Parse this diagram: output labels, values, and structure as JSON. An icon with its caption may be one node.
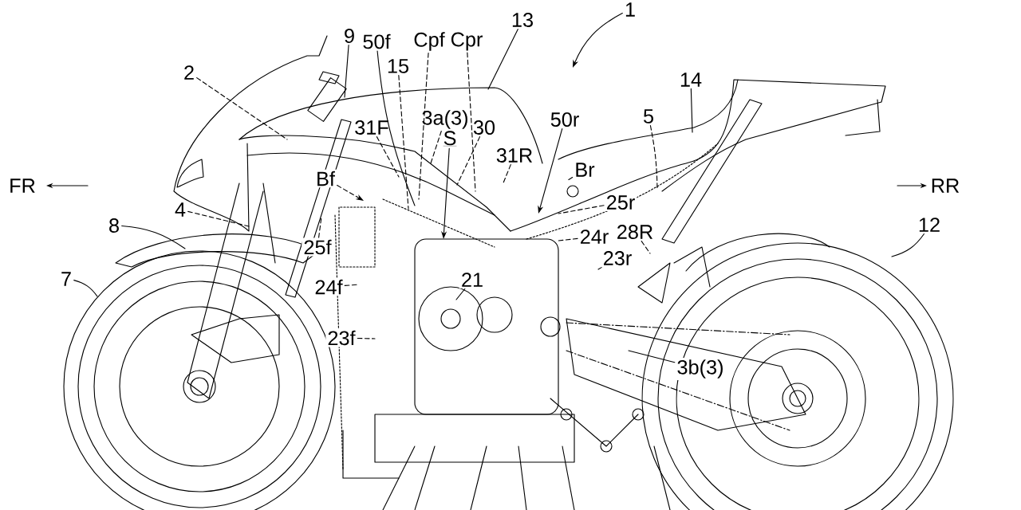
{
  "diagram": {
    "nodes": [
      {
        "text": [
          "1"
        ]
      },
      {
        "text": [
          "13"
        ]
      },
      {
        "text": [
          "9"
        ]
      },
      {
        "text": [
          "50f"
        ]
      },
      {
        "text": [
          "Cpf"
        ]
      },
      {
        "text": [
          "Cpr"
        ]
      },
      {
        "text": [
          "15"
        ]
      },
      {
        "text": [
          "2"
        ]
      },
      {
        "text": [
          "14"
        ]
      },
      {
        "text": [
          "5"
        ]
      },
      {
        "text": [
          "31F"
        ]
      },
      {
        "text": [
          "3a(3)"
        ]
      },
      {
        "text": [
          "30"
        ]
      },
      {
        "text": [
          "50r"
        ]
      },
      {
        "text": [
          "S"
        ]
      },
      {
        "text": [
          "31R"
        ]
      },
      {
        "text": [
          "Br"
        ]
      },
      {
        "text": [
          "Bf"
        ]
      },
      {
        "text": [
          "25r"
        ]
      },
      {
        "text": [
          "4"
        ]
      },
      {
        "text": [
          "8"
        ]
      },
      {
        "text": [
          "24r"
        ]
      },
      {
        "text": [
          "28R"
        ]
      },
      {
        "text": [
          "25f"
        ]
      },
      {
        "text": [
          "12"
        ]
      },
      {
        "text": [
          "23r"
        ]
      },
      {
        "text": [
          "7"
        ]
      },
      {
        "text": [
          "21"
        ]
      },
      {
        "text": [
          "24f"
        ]
      },
      {
        "text": [
          "23f"
        ]
      },
      {
        "text": [
          "3b(3)"
        ]
      }
    ],
    "edges": [
      {
        "from": 0,
        "to": null,
        "arrow": "to"
      },
      {
        "from": 1,
        "to": null,
        "arrow": "none"
      },
      {
        "from": 2,
        "to": null,
        "arrow": "none"
      },
      {
        "from": 3,
        "to": null,
        "arrow": "none"
      },
      {
        "from": 4,
        "to": null,
        "arrow": "none",
        "style": "dashed"
      },
      {
        "from": 5,
        "to": null,
        "arrow": "none",
        "style": "dashed"
      },
      {
        "from": 6,
        "to": null,
        "arrow": "none",
        "style": "dashed"
      },
      {
        "from": 7,
        "to": null,
        "arrow": "none",
        "style": "dashed"
      },
      {
        "from": 8,
        "to": null,
        "arrow": "none"
      },
      {
        "from": 9,
        "to": null,
        "arrow": "none",
        "style": "dashed"
      },
      {
        "from": 10,
        "to": null,
        "arrow": "none",
        "style": "dashed"
      },
      {
        "from": 11,
        "to": null,
        "arrow": "none",
        "style": "dashed"
      },
      {
        "from": 12,
        "to": null,
        "arrow": "none",
        "style": "dashed"
      },
      {
        "from": 13,
        "to": null,
        "arrow": "to"
      },
      {
        "from": 14,
        "to": null,
        "arrow": "to"
      },
      {
        "from": 15,
        "to": null,
        "arrow": "none",
        "style": "dashed"
      },
      {
        "from": 16,
        "to": null,
        "arrow": "none",
        "style": "dashed"
      },
      {
        "from": 17,
        "to": null,
        "arrow": "to",
        "style": "dashed"
      },
      {
        "from": 18,
        "to": null,
        "arrow": "none",
        "style": "dashed"
      },
      {
        "from": 19,
        "to": null,
        "arrow": "none",
        "style": "dashed"
      },
      {
        "from": 20,
        "to": null,
        "arrow": "none"
      },
      {
        "from": 21,
        "to": null,
        "arrow": "none",
        "style": "dashed"
      },
      {
        "from": 22,
        "to": null,
        "arrow": "none",
        "style": "dashed"
      },
      {
        "from": 23,
        "to": null,
        "arrow": "none",
        "style": "dashed"
      },
      {
        "from": 24,
        "to": null,
        "arrow": "none"
      },
      {
        "from": 25,
        "to": null,
        "arrow": "none",
        "style": "dashed"
      },
      {
        "from": 26,
        "to": null,
        "arrow": "none"
      },
      {
        "from": 27,
        "to": null,
        "arrow": "none"
      },
      {
        "from": 28,
        "to": null,
        "arrow": "none",
        "style": "dashed"
      },
      {
        "from": 29,
        "to": null,
        "arrow": "none",
        "style": "dashed"
      },
      {
        "from": 30,
        "to": null,
        "arrow": "none"
      }
    ],
    "labels": [
      "FR",
      "RR"
    ]
  }
}
